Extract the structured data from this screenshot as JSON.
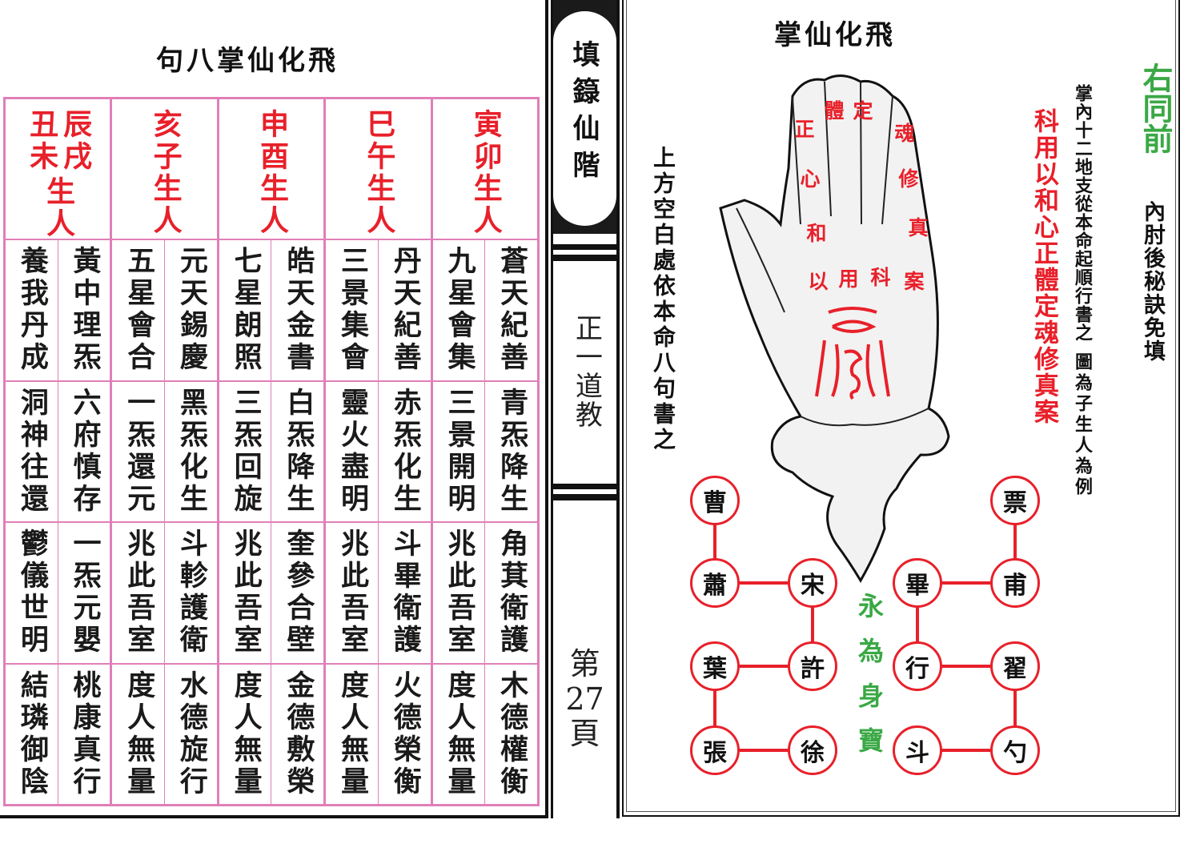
{
  "left_page": {
    "title": "句八掌仙化飛",
    "groups": [
      {
        "header": "寅卯生人",
        "rows": [
          [
            "蒼天紀善",
            "九星會集"
          ],
          [
            "青炁降生",
            "三景開明"
          ],
          [
            "角萁衛護",
            "兆此吾室"
          ],
          [
            "木德權衡",
            "度人無量"
          ]
        ]
      },
      {
        "header": "巳午生人",
        "rows": [
          [
            "丹天紀善",
            "三景集會"
          ],
          [
            "赤炁化生",
            "靈火盡明"
          ],
          [
            "斗畢衛護",
            "兆此吾室"
          ],
          [
            "火德榮衡",
            "度人無量"
          ]
        ]
      },
      {
        "header": "申酉生人",
        "rows": [
          [
            "皓天金書",
            "七星朗照"
          ],
          [
            "白炁降生",
            "三炁回旋"
          ],
          [
            "奎參合壁",
            "兆此吾室"
          ],
          [
            "金德敷榮",
            "度人無量"
          ]
        ]
      },
      {
        "header": "亥子生人",
        "rows": [
          [
            "元天錫慶",
            "五星會合"
          ],
          [
            "黑炁化生",
            "一炁還元"
          ],
          [
            "斗軫護衛",
            "兆此吾室"
          ],
          [
            "水德旋行",
            "度人無量"
          ]
        ]
      },
      {
        "header_right": "辰戌",
        "header_left": "丑未",
        "header_bottom": "生人",
        "rows": [
          [
            "黃中理炁",
            "養我丹成"
          ],
          [
            "六府慎存",
            "洞神往還"
          ],
          [
            "一炁元嬰",
            "鬱儀世明"
          ],
          [
            "桃康真行",
            "結璘御陰"
          ]
        ]
      }
    ]
  },
  "spine": {
    "title": "填籙仙階",
    "subtitle": "正一道教",
    "page_prefix": "第",
    "page_number": "27",
    "page_suffix": "頁"
  },
  "right_page": {
    "title": "掌仙化飛",
    "note_green_top": "右同前",
    "note_elbow": "內肘後秘訣免填",
    "note_palm": "掌內十二地支從本命起順行書之",
    "note_example": "圖為子生人為例",
    "note_red": "科用以和心正體定魂修真案",
    "note_blank": "上方空白處依本命八句書之",
    "hand_labels": [
      "體",
      "定",
      "正",
      "魂",
      "心",
      "修",
      "和",
      "真",
      "以",
      "用",
      "科",
      "案"
    ],
    "left_circles": [
      "曹",
      "蕭",
      "宋",
      "葉",
      "許",
      "張",
      "徐"
    ],
    "right_circles": [
      "票",
      "甫",
      "畢",
      "行",
      "翟",
      "斗",
      "勺"
    ],
    "center_text": "永為身寶"
  },
  "colors": {
    "red": "#e8202a",
    "green": "#3aa845",
    "pink_grid": "#e07fb8"
  }
}
